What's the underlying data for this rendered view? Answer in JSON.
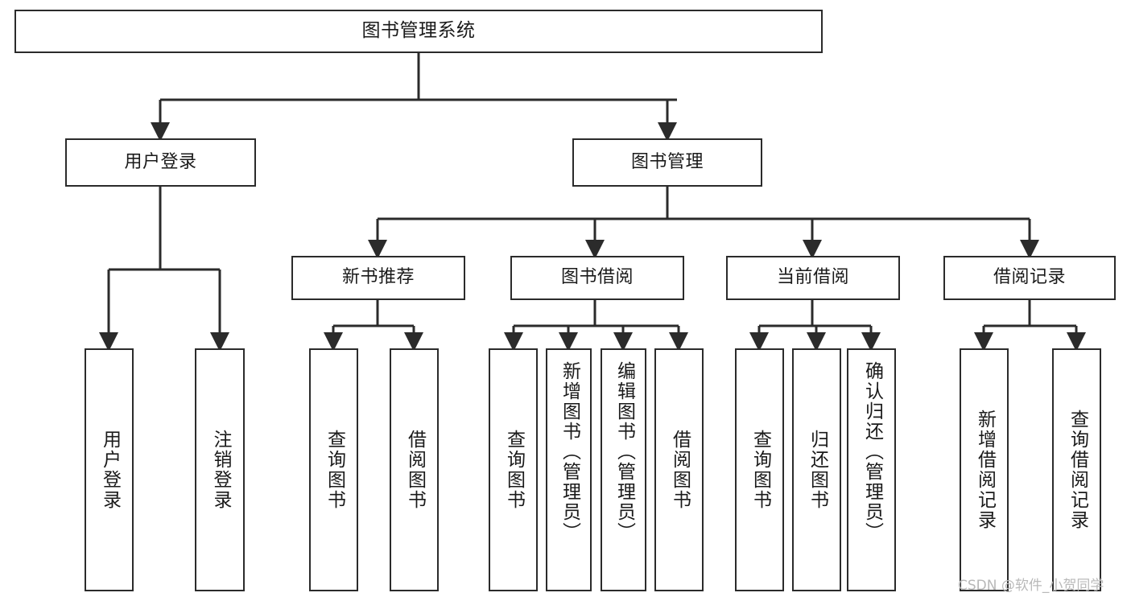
{
  "diagram": {
    "title": "图书管理系统",
    "root": {
      "label": "图书管理系统"
    },
    "level2": [
      {
        "label": "用户登录"
      },
      {
        "label": "图书管理"
      }
    ],
    "level3": [
      {
        "label": "新书推荐"
      },
      {
        "label": "图书借阅"
      },
      {
        "label": "当前借阅"
      },
      {
        "label": "借阅记录"
      }
    ],
    "leaves": {
      "user_login": [
        {
          "label": "用户登录"
        },
        {
          "label": "注销登录"
        }
      ],
      "new_book_recommend": [
        {
          "label": "查询图书"
        },
        {
          "label": "借阅图书"
        }
      ],
      "book_borrow": [
        {
          "label": "查询图书"
        },
        {
          "label": "新增图书（管理员）"
        },
        {
          "label": "编辑图书（管理员）"
        },
        {
          "label": "借阅图书"
        }
      ],
      "current_borrow": [
        {
          "label": "查询图书"
        },
        {
          "label": "归还图书"
        },
        {
          "label": "确认归还（管理员）"
        }
      ],
      "borrow_record": [
        {
          "label": "新增借阅记录"
        },
        {
          "label": "查询借阅记录"
        }
      ]
    },
    "colors": {
      "stroke": "#2b2b2b",
      "fill": "#ffffff",
      "text": "#1a1a1a",
      "watermark": "#b9b9b9"
    }
  },
  "watermark": {
    "text": "CSDN @软件_小贺同学"
  }
}
